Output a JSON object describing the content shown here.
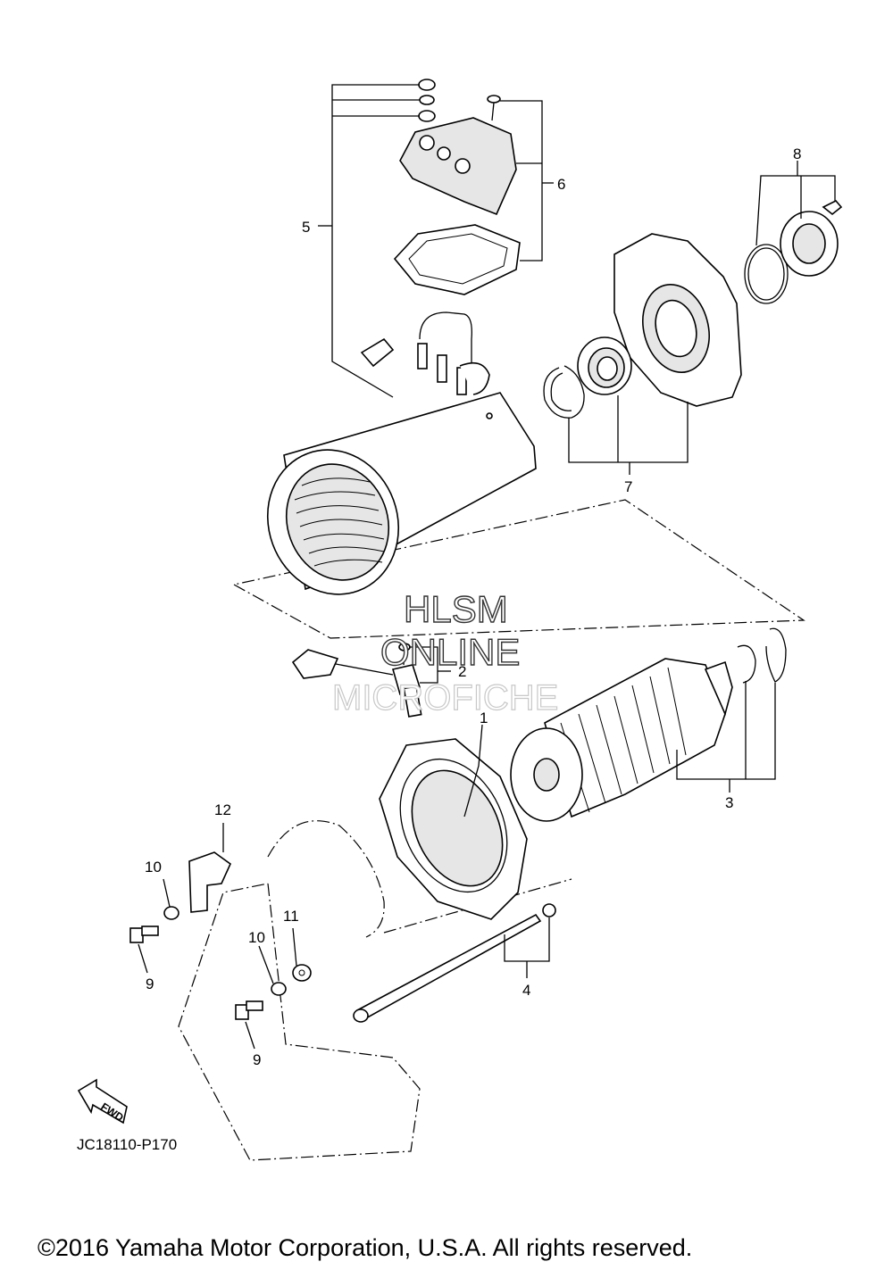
{
  "diagram": {
    "callouts": [
      "1",
      "2",
      "3",
      "4",
      "5",
      "6",
      "7",
      "8",
      "9",
      "10",
      "11",
      "12",
      "9",
      "10"
    ],
    "diagram_code": "JC18110-P170",
    "fwd_label": "FWD",
    "watermark": {
      "line1": "HLSM",
      "line2": "ONLINE",
      "line3": "MICROFICHE"
    },
    "copyright": "©2016 Yamaha Motor Corporation, U.S.A. All rights reserved."
  }
}
